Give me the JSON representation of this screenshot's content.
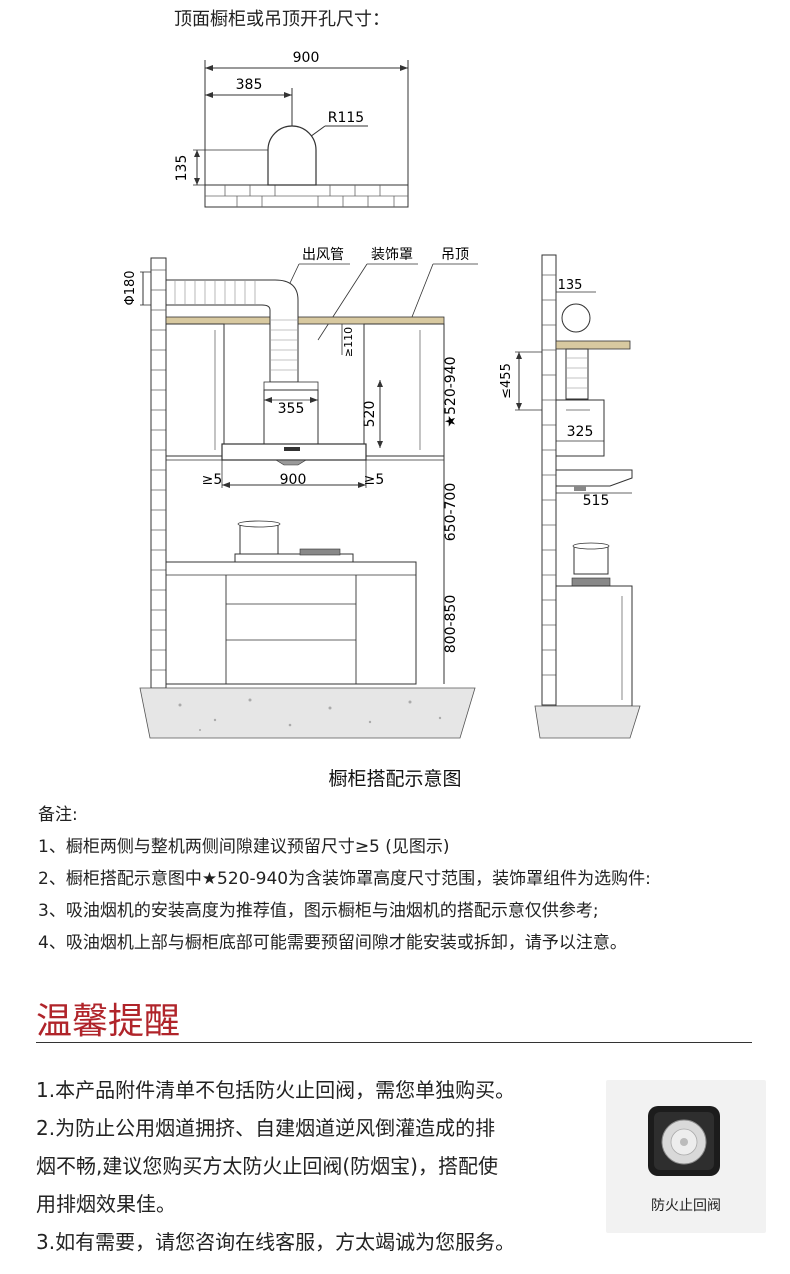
{
  "top_diagram": {
    "title": "顶面橱柜或吊顶开孔尺寸：",
    "dim_width": "900",
    "dim_offset": "385",
    "dim_radius": "R115",
    "dim_height": "135"
  },
  "main_diagram": {
    "label_duct": "出风管",
    "label_cover": "装饰罩",
    "label_ceiling": "吊顶",
    "dim_duct_dia": "Φ180",
    "dim_gap_top": "≥110",
    "dim_cover_width": "355",
    "dim_cover_height": "520",
    "dim_star_range": "★520-940",
    "dim_left_gap": "≥5",
    "dim_hood_width": "900",
    "dim_right_gap": "≥5",
    "dim_hood_to_stove": "650-700",
    "dim_cabinet_height": "800-850"
  },
  "side_diagram": {
    "dim_duct": "135",
    "dim_gap": "≤455",
    "dim_depth_upper": "325",
    "dim_depth_lower": "515"
  },
  "caption": "橱柜搭配示意图",
  "notes": {
    "title": "备注:",
    "items": [
      "1、橱柜两侧与整机两侧间隙建议预留尺寸≥5 (见图示)",
      "2、橱柜搭配示意图中★520-940为含装饰罩高度尺寸范围，装饰罩组件为选购件:",
      "3、吸油烟机的安装高度为推荐值，图示橱柜与油烟机的搭配示意仅供参考;",
      "4、吸油烟机上部与橱柜底部可能需要预留间隙才能安装或拆卸，请予以注意。"
    ]
  },
  "tips": {
    "title": "温馨提醒",
    "lines": [
      "1.本产品附件清单不包括防火止回阀，需您单独购买。",
      "2.为防止公用烟道拥挤、自建烟道逆风倒灌造成的排",
      "烟不畅,建议您购买方太防火止回阀(防烟宝)，搭配使",
      "用排烟效果佳。",
      "3.如有需要，请您咨询在线客服，方太竭诚为您服务。"
    ],
    "product_label": "防火止回阀"
  },
  "colors": {
    "accent": "#b0242a",
    "line": "#333333",
    "ceiling_fill": "#d8c9a0"
  }
}
